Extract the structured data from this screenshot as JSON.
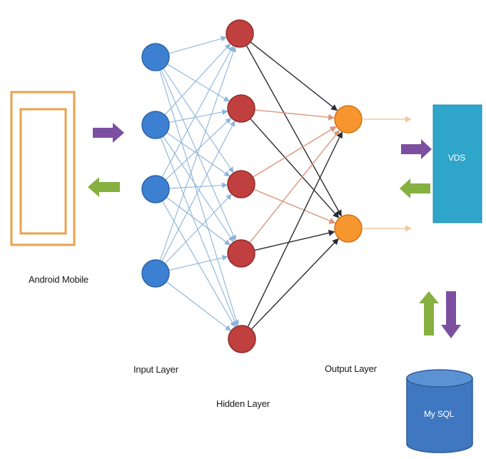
{
  "labels": {
    "android_mobile": "Android Mobile",
    "input_layer": "Input Layer",
    "hidden_layer": "Hidden Layer",
    "output_layer": "Output Layer",
    "vds": "VDS",
    "mysql": "My SQL"
  },
  "network": {
    "input_nodes": 4,
    "hidden_nodes": 5,
    "output_nodes": 2
  },
  "colors": {
    "input_node": "#3d7fd0",
    "hidden_node": "#c0403f",
    "output_node": "#f7962e",
    "input_hidden_edge": "#8cb4d9",
    "hidden_output_edge_dark": "#2b2b33",
    "hidden_output_edge_warm": "#d9967a",
    "output_edge": "#f2c9a0",
    "android_frame": "#e9a24a",
    "vds_box": "#2fa5c9",
    "db": "#3f78c1",
    "arrow_purple": "#7d4fa0",
    "arrow_green": "#86b040"
  }
}
